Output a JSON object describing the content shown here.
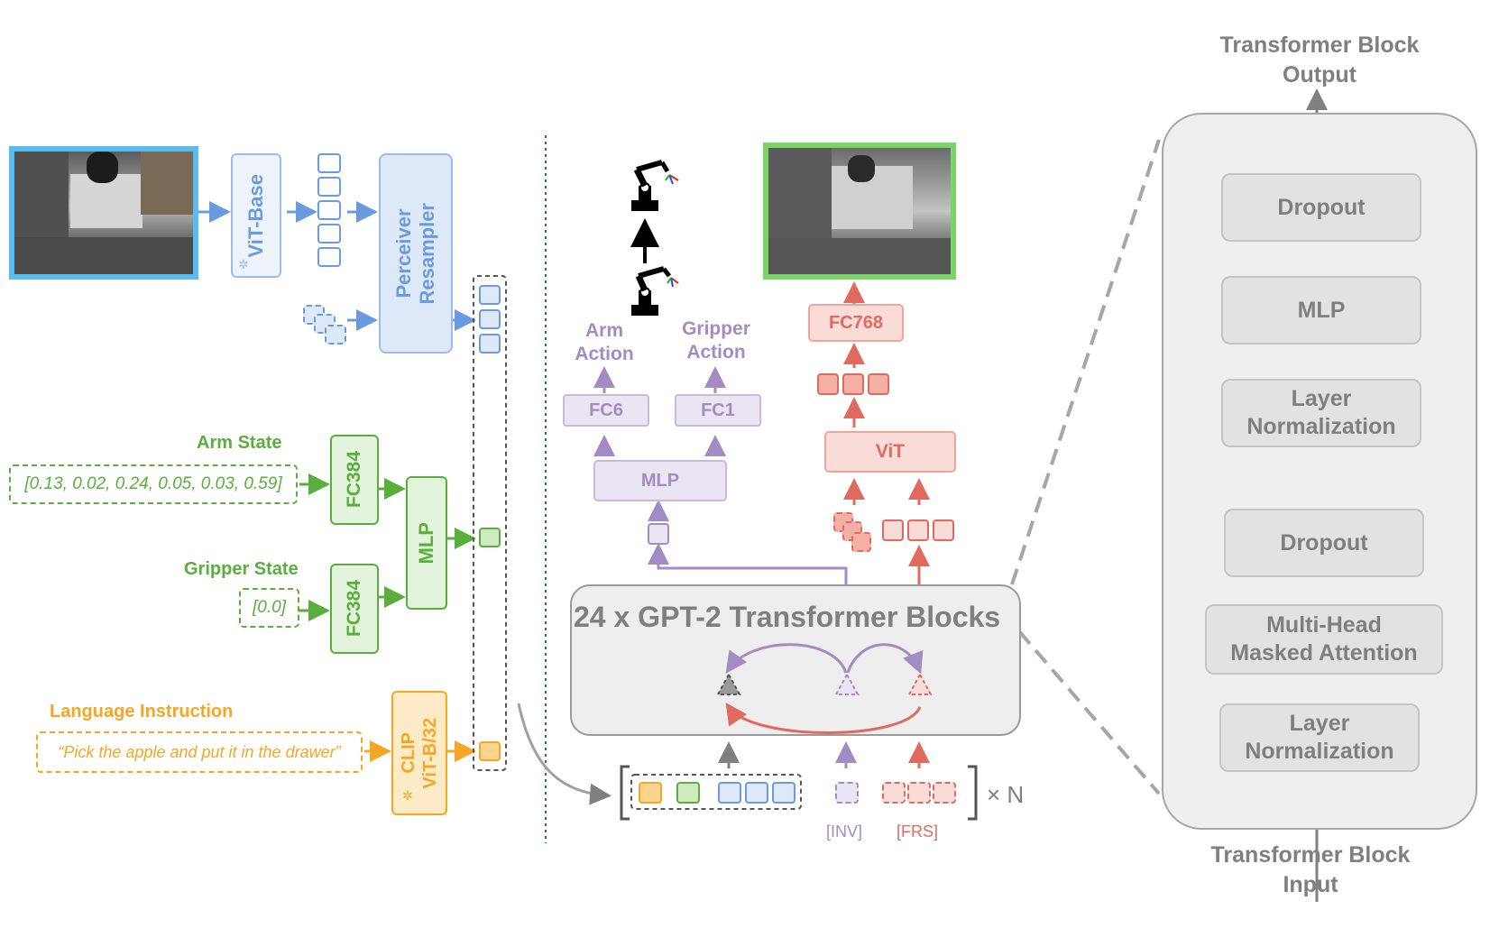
{
  "colors": {
    "blue": "#6a9be0",
    "blue_fill": "#dde8f8",
    "green": "#5aae3e",
    "green_fill": "#e4f4dc",
    "orange": "#f5a623",
    "orange_fill": "#fdebc8",
    "purple": "#a38cc4",
    "purple_fill": "#ebe4f3",
    "red": "#e06a5f",
    "red_fill": "#f9dcd8",
    "gray": "#7f7f7f",
    "gray_fill": "#eeeeee"
  },
  "encoder": {
    "vit_base": "ViT-Base",
    "perceiver_resampler": [
      "Perceiver",
      "Resampler"
    ],
    "arm_state_label": "Arm State",
    "arm_state_value": "[0.13, 0.02, 0.24, 0.05, 0.03, 0.59]",
    "gripper_state_label": "Gripper State",
    "gripper_state_value": "[0.0]",
    "fc384_arm": "FC384",
    "fc384_gripper": "FC384",
    "state_mlp": "MLP",
    "language_label": "Language Instruction",
    "language_value": "“Pick the apple and put it in the drawer”",
    "clip_line1": "CLIP",
    "clip_line2": "ViT-B/32"
  },
  "decoder": {
    "gpt_title": "24 x GPT-2 Transformer Blocks",
    "arm_action": [
      "Arm",
      "Action"
    ],
    "gripper_action": [
      "Gripper",
      "Action"
    ],
    "fc6": "FC6",
    "fc1": "FC1",
    "action_mlp": "MLP",
    "fc768": "FC768",
    "vit": "ViT",
    "inv_token": "[INV]",
    "frs_token": "[FRS]",
    "times_n": "× N"
  },
  "block_detail": {
    "output_title": [
      "Transformer Block",
      "Output"
    ],
    "input_title": [
      "Transformer Block",
      "Input"
    ],
    "dropout_top": "Dropout",
    "mlp": "MLP",
    "layer_norm_top": [
      "Layer",
      "Normalization"
    ],
    "dropout_bottom": "Dropout",
    "attention": [
      "Multi-Head",
      "Masked Attention"
    ],
    "layer_norm_bottom": [
      "Layer",
      "Normalization"
    ]
  }
}
